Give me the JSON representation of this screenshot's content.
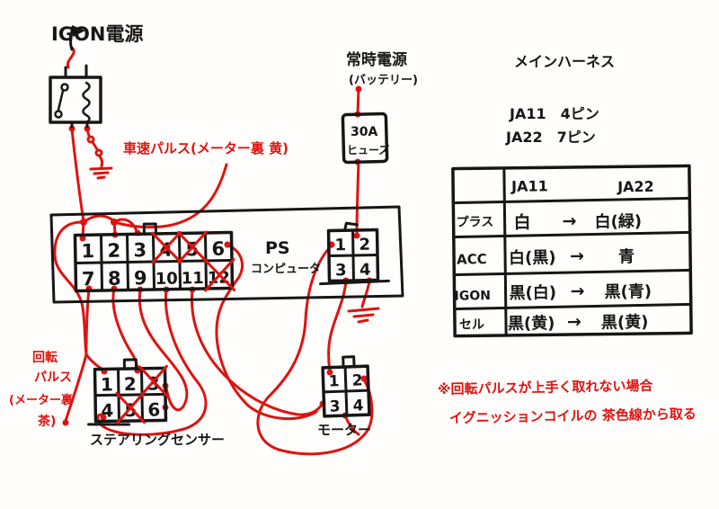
{
  "colors": {
    "ink": "#161616",
    "wire_red": "#de1310",
    "paper": "#fffefc"
  },
  "labels": {
    "igon_power": "IGON電源",
    "speed_pulse_note": "車速パルス(メーター裏 黄)",
    "constant_power": "常時電源",
    "battery": "(バッテリー)",
    "fuse_line1": "30A",
    "fuse_line2": "ヒューズ",
    "main_harness_title": "メインハーネス",
    "ja11_pins": "JA11　4ピン",
    "ja22_pins": "JA22　7ピン",
    "ps_line1": "PS",
    "ps_line2": "コンピュータ",
    "steering_sensor": "ステアリングセンサー",
    "motor": "モーター",
    "rotation_pulse_l1": "回転",
    "rotation_pulse_l2": "パルス",
    "rotation_pulse_l3": "(メーター裏",
    "rotation_pulse_l4": "茶)",
    "bottom_note_l1": "※回転パルスが上手く取れない場合",
    "bottom_note_l2": "イグニッションコイルの 茶色線から取る"
  },
  "connectors": {
    "ps12": {
      "pins": [
        "1",
        "2",
        "3",
        "4",
        "5",
        "6",
        "7",
        "8",
        "9",
        "10",
        "11",
        "12"
      ],
      "crossed_pins": [
        "4",
        "5",
        "12"
      ]
    },
    "ps4": {
      "pins": [
        "1",
        "2",
        "3",
        "4"
      ]
    },
    "steering": {
      "pins": [
        "1",
        "2",
        "3",
        "4",
        "5",
        "6"
      ],
      "crossed_pins": [
        "3",
        "5"
      ]
    },
    "motor": {
      "pins": [
        "1",
        "2",
        "3",
        "4"
      ]
    }
  },
  "table": {
    "arrow": "→",
    "headers": [
      "JA11",
      "JA22"
    ],
    "rows": [
      {
        "label": "プラス",
        "ja11": "白",
        "ja22": "白(緑)"
      },
      {
        "label": "ACC",
        "ja11": "白(黒)",
        "ja22": "青"
      },
      {
        "label": "IGON",
        "ja11": "黒(白)",
        "ja22": "黒(青)"
      },
      {
        "label": "セル",
        "ja11": "黒(黄)",
        "ja22": "黒(黄)"
      }
    ]
  }
}
